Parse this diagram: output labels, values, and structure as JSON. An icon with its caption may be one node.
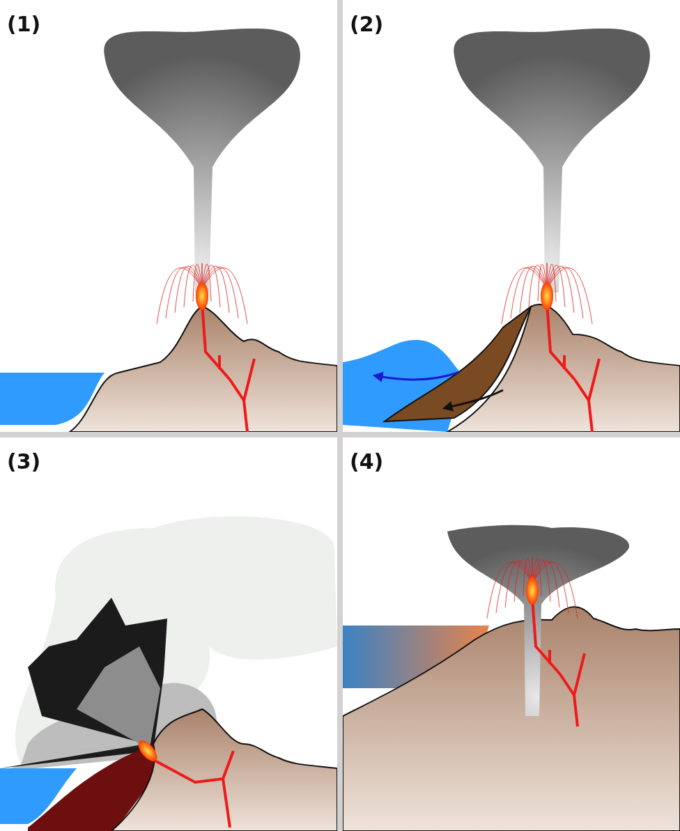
{
  "diagram": {
    "labels": [
      "(1)",
      "(2)",
      "(3)",
      "(4)"
    ]
  }
}
